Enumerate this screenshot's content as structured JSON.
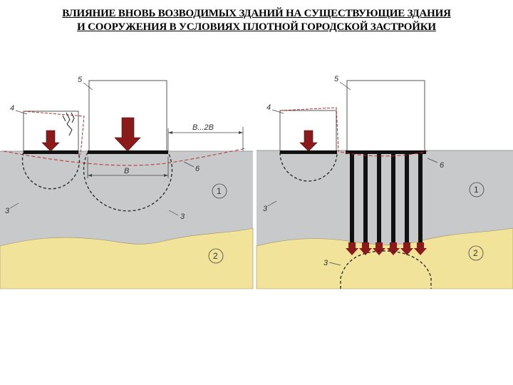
{
  "title": {
    "line1": "ВЛИЯНИЕ ВНОВЬ ВОЗВОДИМЫХ ЗДАНИЙ НА СУЩЕСТВУЮЩИЕ ЗДАНИЯ",
    "line2": "И СООРУЖЕНИЯ В УСЛОВИЯХ ПЛОТНОЙ ГОРОДСКОЙ ЗАСТРОЙКИ"
  },
  "left": {
    "label_existing": "4",
    "label_new": "5",
    "label_dim_top": "B...2B",
    "label_dim_bottom": "B",
    "label_settle": "6",
    "label_bulb_left": "3",
    "label_bulb_right": "3",
    "layer1": "1",
    "layer2": "2"
  },
  "right": {
    "label_existing": "4",
    "label_new": "5",
    "label_settle": "6",
    "label_bulb_left": "3",
    "label_bulb_piles": "3",
    "layer1": "1",
    "layer2": "2"
  },
  "colors": {
    "clay": "#c8c9cb",
    "sand": "#f2e39b",
    "arrow": "#8b1a1a",
    "dashed_red": "#b03030"
  }
}
